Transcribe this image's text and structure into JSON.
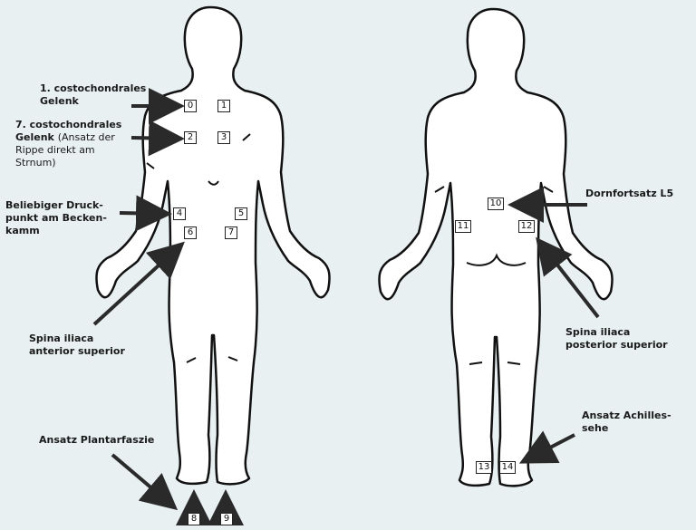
{
  "labels": {
    "costo1_line1": "1. costochondrales",
    "costo1_line2": "Gelenk",
    "costo7_line1": "7. costochondrales",
    "costo7_line2": "Gelenk",
    "costo7_note1": "(Ansatz der",
    "costo7_note2": "Rippe direkt am",
    "costo7_note3": "Strnum)",
    "becken_line1": "Beliebiger Druck-",
    "becken_line2": "punkt am Becken-",
    "becken_line3": "kamm",
    "asis_line1": "Spina iliaca",
    "asis_line2": "anterior superior",
    "plantar": "Ansatz Plantarfaszie",
    "dorn": "Dornfortsatz L5",
    "psis_line1": "Spina iliaca",
    "psis_line2": "posterior superior",
    "achilles_line1": "Ansatz Achilles-",
    "achilles_line2": "sehe"
  },
  "points": [
    "0",
    "1",
    "2",
    "3",
    "4",
    "5",
    "6",
    "7",
    "8",
    "9",
    "10",
    "11",
    "12",
    "13",
    "14"
  ],
  "colors": {
    "background": "#e9f0f2",
    "outline": "#111111",
    "arrow": "#2a2a2a"
  }
}
